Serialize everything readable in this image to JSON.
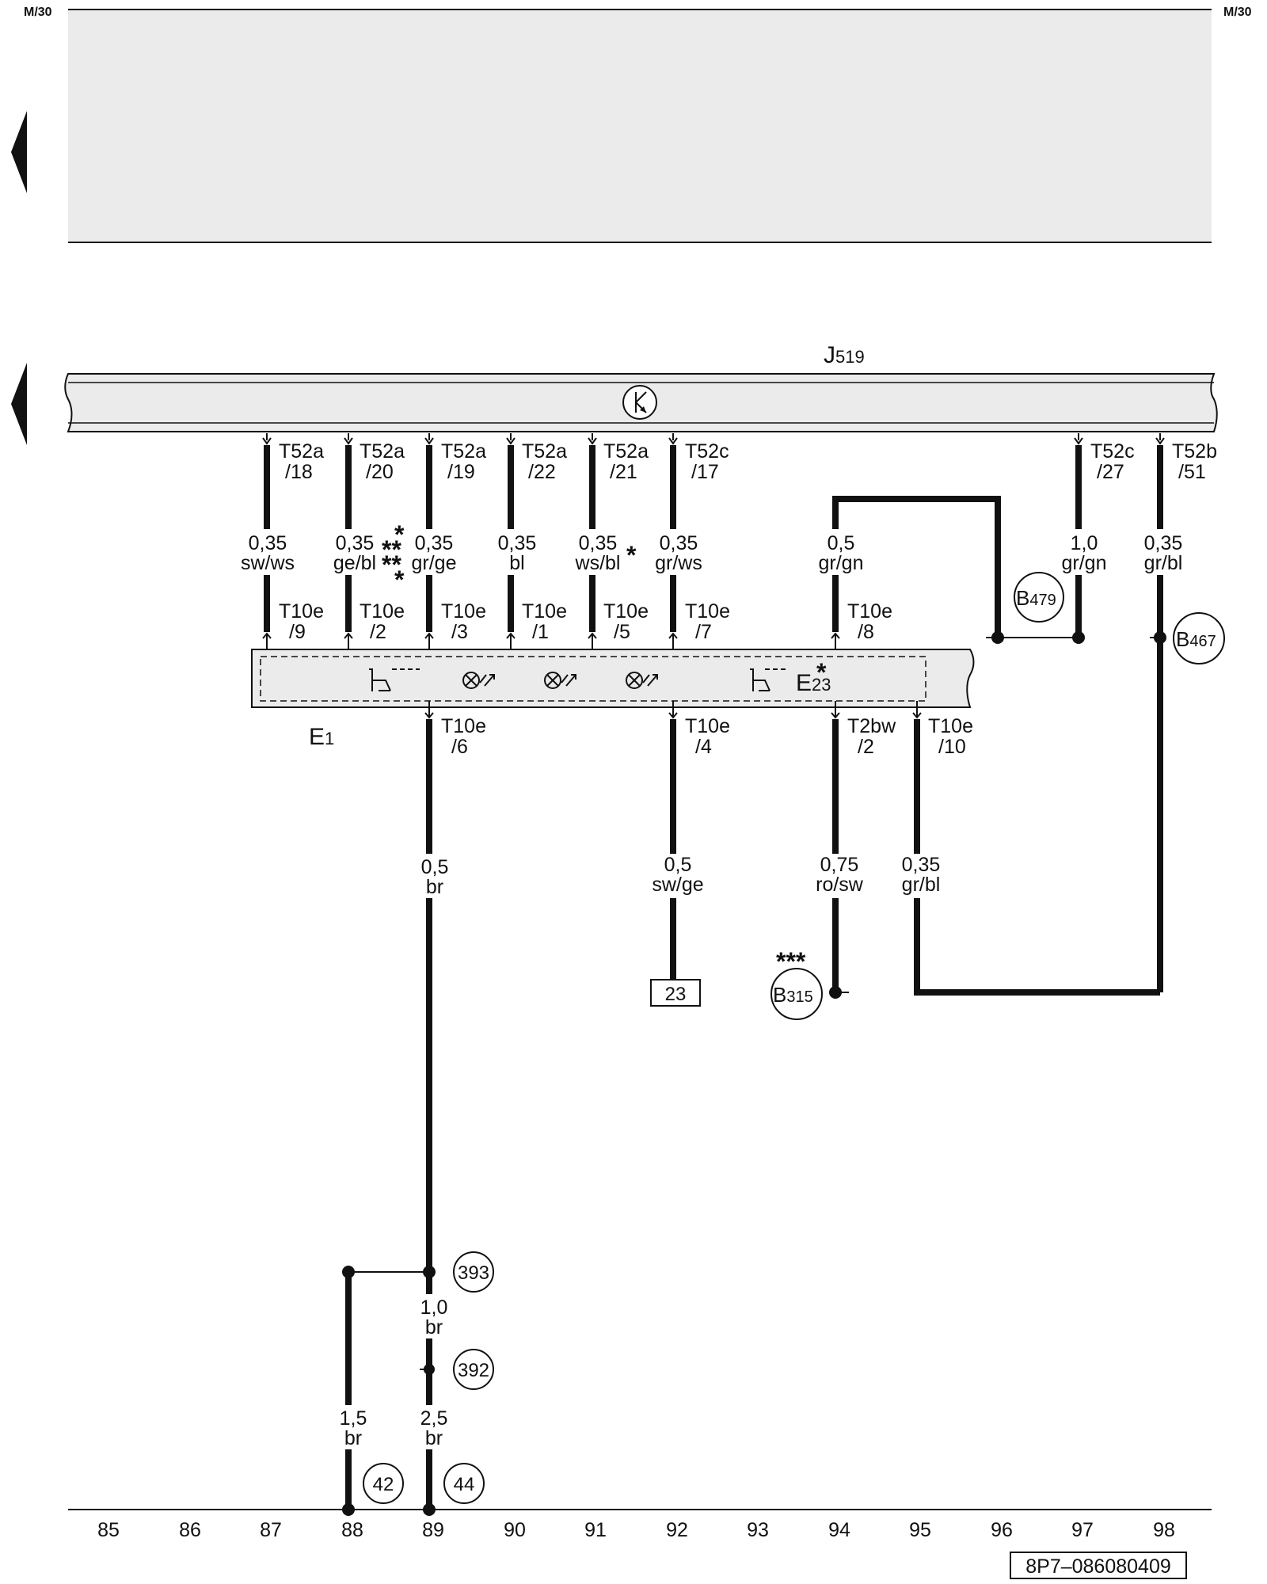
{
  "header": {
    "left": "M/30",
    "right": "M/30"
  },
  "components": {
    "j519": {
      "letter": "J",
      "sub": "519"
    },
    "e1": {
      "letter": "E",
      "sub": "1"
    },
    "e23": {
      "letter": "E",
      "sub": "23",
      "mark": "*"
    }
  },
  "j519_connectors": [
    {
      "name": "T52a",
      "pin": "/18"
    },
    {
      "name": "T52a",
      "pin": "/20"
    },
    {
      "name": "T52a",
      "pin": "/19"
    },
    {
      "name": "T52a",
      "pin": "/22"
    },
    {
      "name": "T52a",
      "pin": "/21"
    },
    {
      "name": "T52c",
      "pin": "/17"
    },
    {
      "name": "T52c",
      "pin": "/27"
    },
    {
      "name": "T52b",
      "pin": "/51"
    }
  ],
  "upper_wires": [
    {
      "size": "0,35",
      "color": "sw/ws"
    },
    {
      "size": "0,35",
      "color": "ge/bl"
    },
    {
      "size": "0,35",
      "color": "gr/ge"
    },
    {
      "size": "0,35",
      "color": "bl"
    },
    {
      "size": "0,35",
      "color": "ws/bl"
    },
    {
      "size": "0,35",
      "color": "gr/ws"
    },
    {
      "size": "0,5",
      "color": "gr/gn"
    },
    {
      "size": "1,0",
      "color": "gr/gn"
    },
    {
      "size": "0,35",
      "color": "gr/bl"
    }
  ],
  "wire_marks": {
    "ge_bl_line1": "*",
    "ge_bl_line2": "**",
    "ge_bl_line3": "**",
    "ge_bl_line4": "*",
    "ws_bl": "*"
  },
  "e1_top_connectors": [
    {
      "name": "T10e",
      "pin": "/9"
    },
    {
      "name": "T10e",
      "pin": "/2"
    },
    {
      "name": "T10e",
      "pin": "/3"
    },
    {
      "name": "T10e",
      "pin": "/1"
    },
    {
      "name": "T10e",
      "pin": "/5"
    },
    {
      "name": "T10e",
      "pin": "/7"
    },
    {
      "name": "T10e",
      "pin": "/8"
    }
  ],
  "e1_bottom_connectors": [
    {
      "name": "T10e",
      "pin": "/6"
    },
    {
      "name": "T10e",
      "pin": "/4"
    },
    {
      "name": "T2bw",
      "pin": "/2"
    },
    {
      "name": "T10e",
      "pin": "/10"
    }
  ],
  "lower_wires": [
    {
      "size": "0,5",
      "color": "br"
    },
    {
      "size": "0,5",
      "color": "sw/ge"
    },
    {
      "size": "0,75",
      "color": "ro/sw"
    },
    {
      "size": "0,35",
      "color": "gr/bl"
    }
  ],
  "ground_wires": [
    {
      "size": "1,0",
      "color": "br"
    },
    {
      "size": "1,5",
      "color": "br"
    },
    {
      "size": "2,5",
      "color": "br"
    }
  ],
  "connection_points": {
    "b479": {
      "letter": "B",
      "sub": "479"
    },
    "b467": {
      "letter": "B",
      "sub": "467"
    },
    "b315": {
      "letter": "B",
      "sub": "315",
      "mark": "***"
    }
  },
  "ref_circles": [
    "393",
    "392",
    "42",
    "44"
  ],
  "ref_box": "23",
  "track_numbers": [
    "85",
    "86",
    "87",
    "88",
    "89",
    "90",
    "91",
    "92",
    "93",
    "94",
    "95",
    "96",
    "97",
    "98"
  ],
  "doc_id": "8P7–086080409",
  "colors": {
    "line": "#111111",
    "shade": "#ebebeb"
  }
}
